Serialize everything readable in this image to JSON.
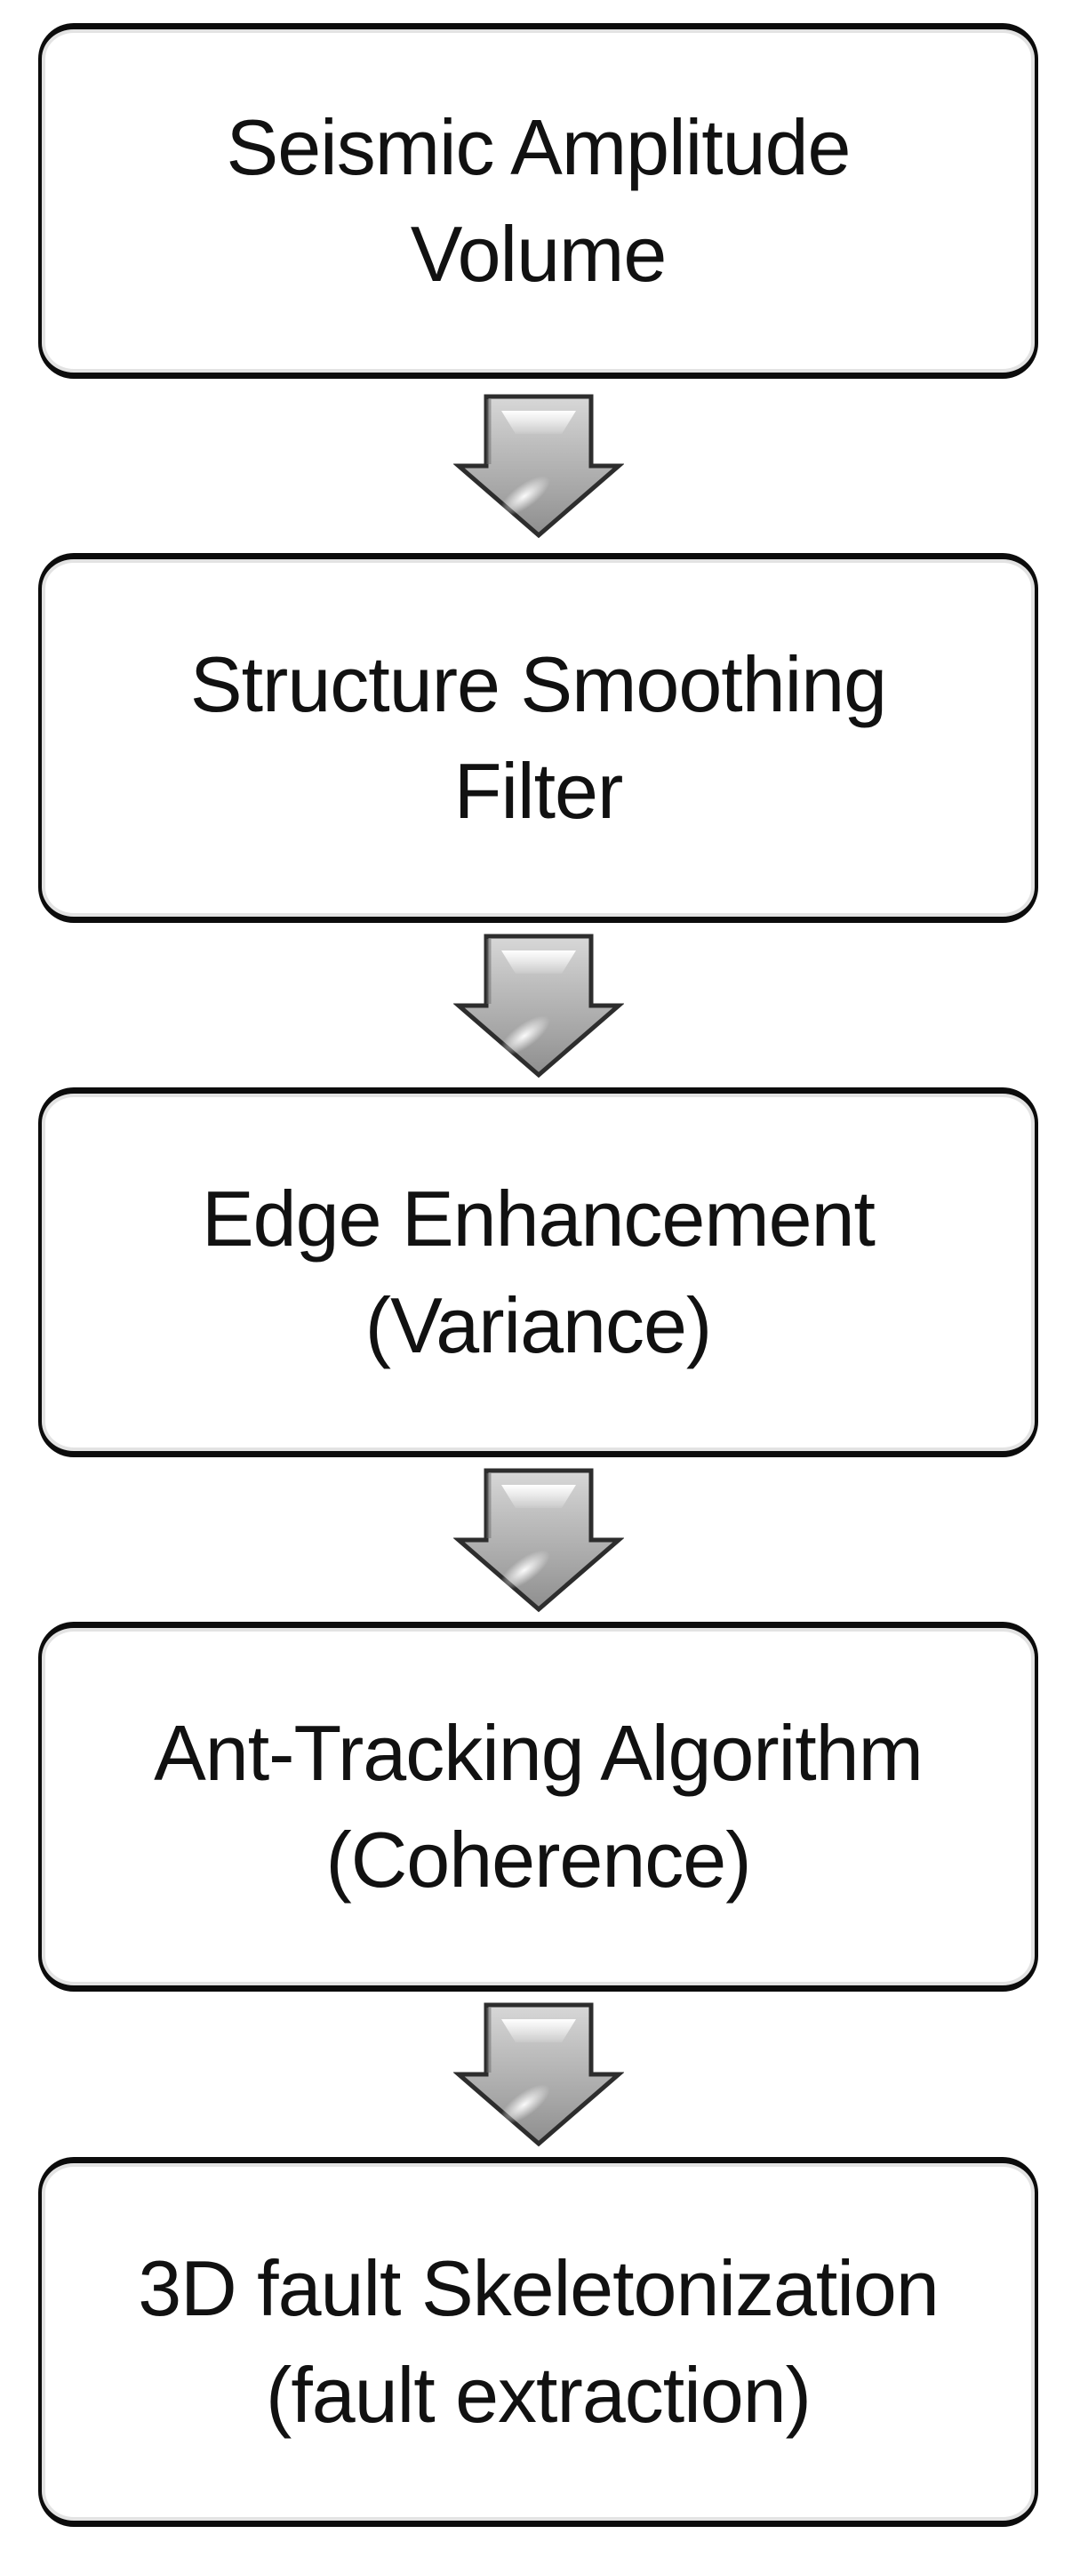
{
  "flowchart": {
    "nodes": [
      {
        "id": "seismic-amplitude-volume",
        "lines": [
          "Seismic Amplitude",
          "Volume"
        ]
      },
      {
        "id": "structure-smoothing-filter",
        "lines": [
          "Structure Smoothing",
          "Filter"
        ]
      },
      {
        "id": "edge-enhancement-variance",
        "lines": [
          "Edge Enhancement",
          "(Variance)"
        ]
      },
      {
        "id": "ant-tracking-algorithm",
        "lines": [
          "Ant-Tracking Algorithm",
          "(Coherence)"
        ]
      },
      {
        "id": "3d-fault-skeletonization",
        "lines": [
          "3D fault Skeletonization",
          "(fault extraction)"
        ]
      }
    ],
    "connector": "down-arrow-icon",
    "colors": {
      "background": "#ffffff",
      "box_fill": "#ffffff",
      "box_border": "#0c0c0c",
      "box_inner_shadow": "#e3e3e3",
      "text": "#111111",
      "arrow_outline": "#2d2d2d",
      "arrow_fill_light": "#d8d8d8",
      "arrow_fill_dark": "#8e8e8e",
      "arrow_gloss": "#ffffff"
    }
  }
}
